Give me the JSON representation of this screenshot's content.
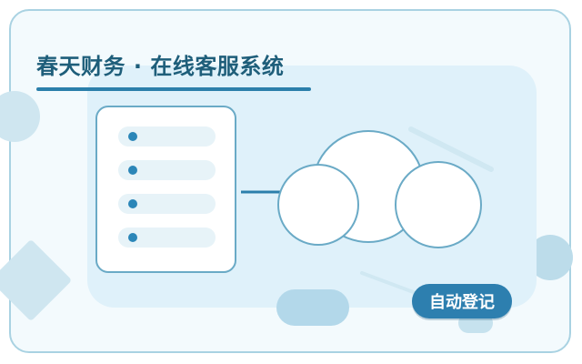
{
  "header": {
    "title": "春天财务 · 在线客服系统"
  },
  "actions": {
    "auto_register_label": "自动登记"
  },
  "illustration": {
    "list_item_count": 4,
    "cloud_icon": "cloud-icon",
    "list_icon": "document-list-icon"
  },
  "colors": {
    "accent": "#2d7faf",
    "title": "#1e5e7a",
    "panel": "#dff1fa",
    "outline": "#6aaac6"
  }
}
